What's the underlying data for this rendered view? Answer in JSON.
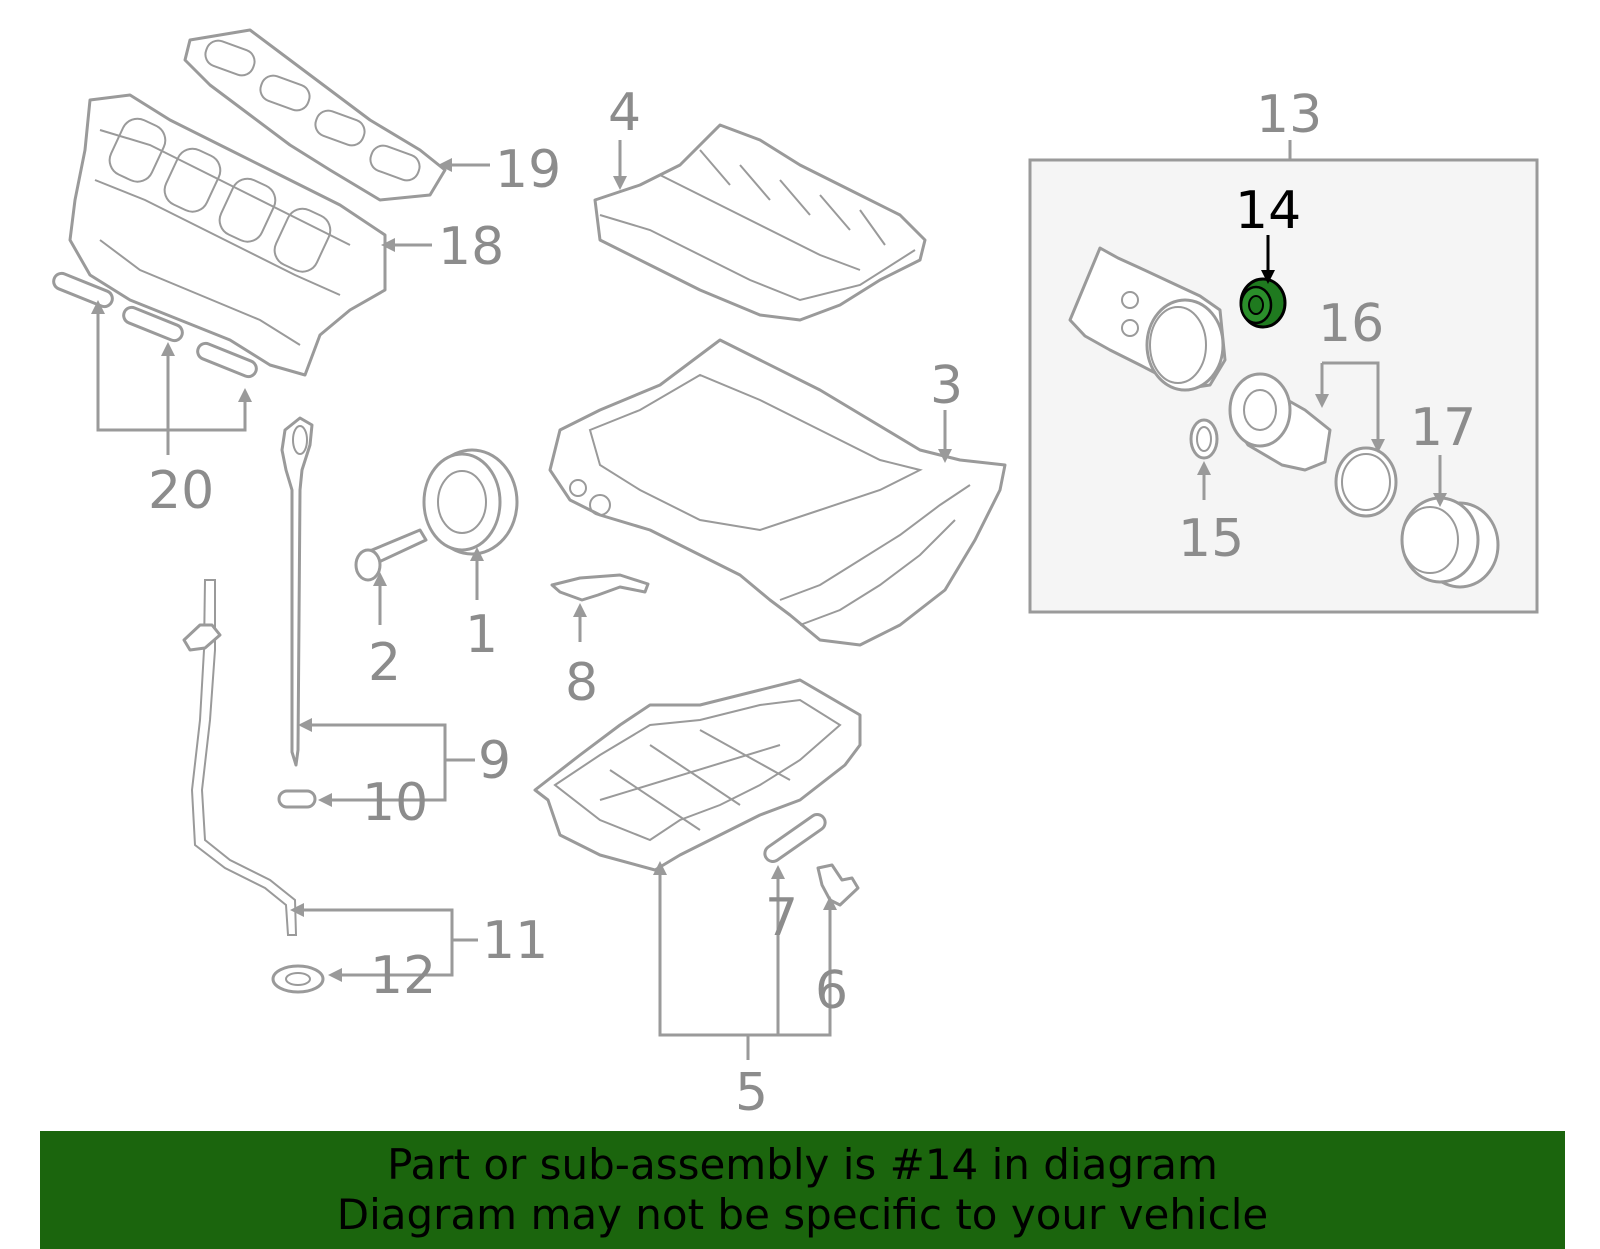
{
  "callouts": {
    "c1": "1",
    "c2": "2",
    "c3": "3",
    "c4": "4",
    "c5": "5",
    "c6": "6",
    "c7": "7",
    "c8": "8",
    "c9": "9",
    "c10": "10",
    "c11": "11",
    "c12": "12",
    "c13": "13",
    "c14": "14",
    "c15": "15",
    "c16": "16",
    "c17": "17",
    "c18": "18",
    "c19": "19",
    "c20": "20"
  },
  "highlighted_part": "14",
  "colors": {
    "banner": "#1b650d",
    "highlight_part": "#1f7a1f",
    "line_art": "#9a9a9a",
    "label": "#8c8c8c"
  },
  "banner": {
    "line1": "Part or sub-assembly is #14 in diagram",
    "line2": "Diagram may not be specific to your vehicle"
  }
}
